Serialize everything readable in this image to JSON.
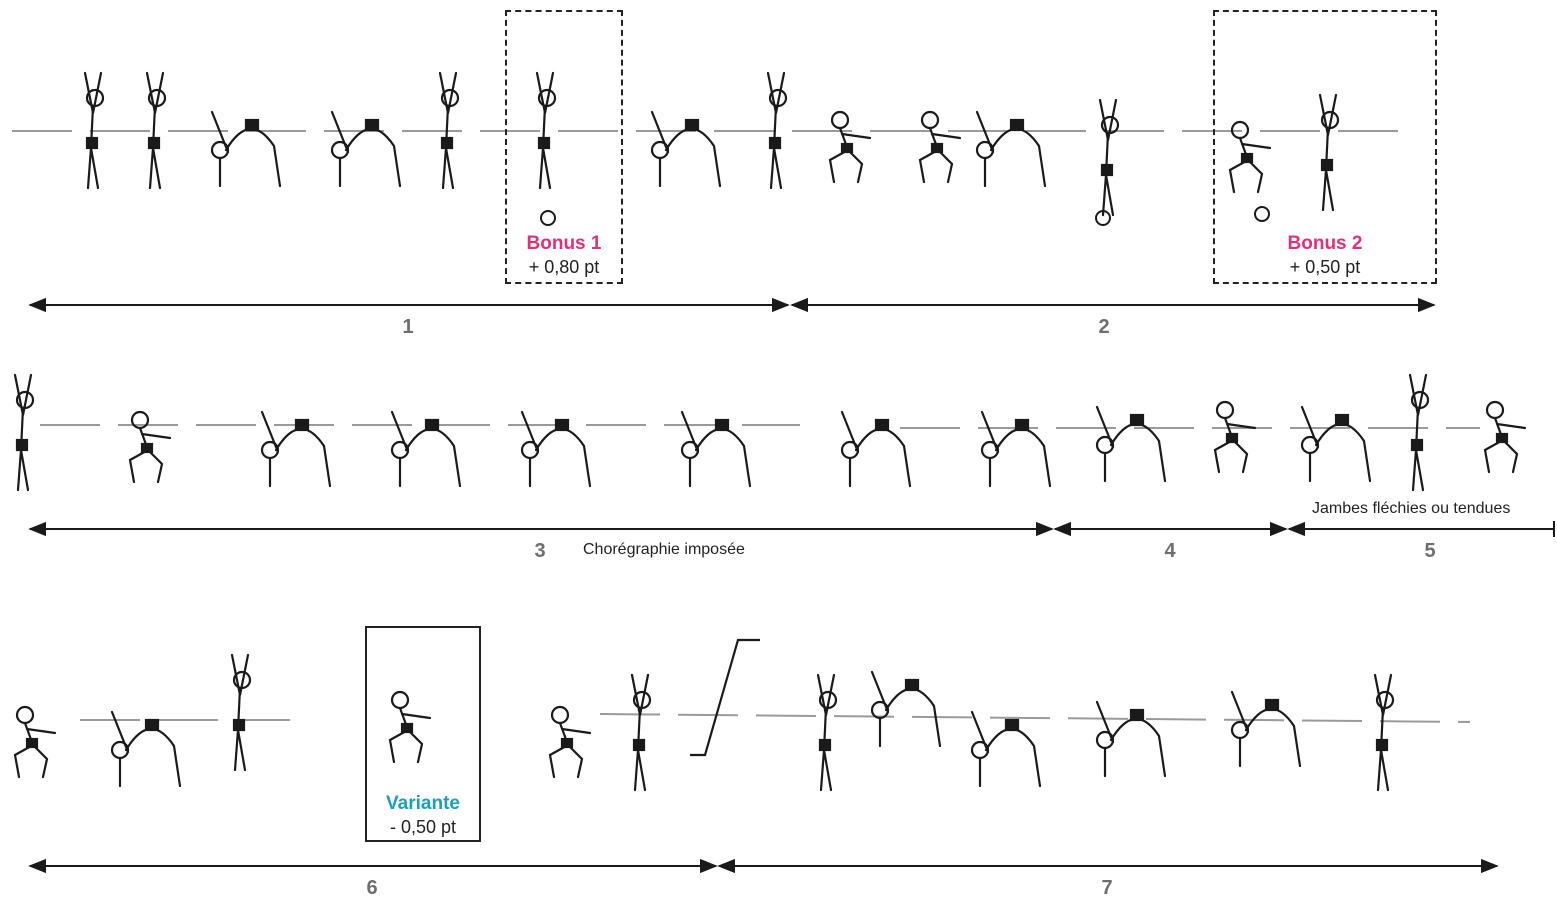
{
  "colors": {
    "bonus": "#e0307a",
    "variant": "#1aa0b8",
    "ink": "#1a1a1a",
    "number": "#6e6e6e"
  },
  "bonus1": {
    "title": "Bonus 1",
    "value": "+ 0,80 pt"
  },
  "bonus2": {
    "title": "Bonus 2",
    "value": "+ 0,50 pt"
  },
  "variant": {
    "title": "Variante",
    "value": "- 0,50 pt"
  },
  "segments": {
    "s1": "1",
    "s2": "2",
    "s3": "3",
    "s4": "4",
    "s5": "5",
    "s6": "6",
    "s7": "7"
  },
  "notes": {
    "choreography": "Chorégraphie imposée",
    "legs": "Jambes fléchies ou tendues"
  }
}
